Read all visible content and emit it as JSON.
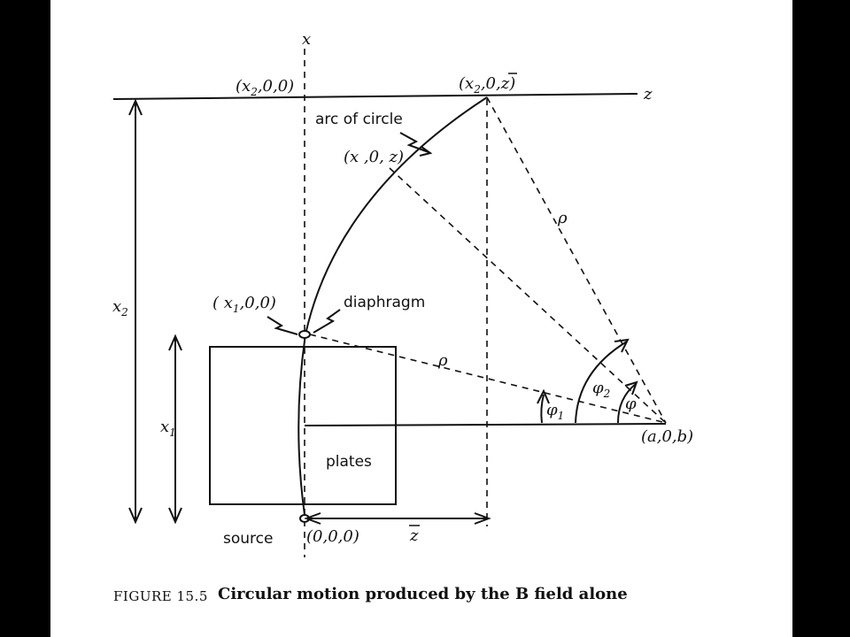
{
  "figure": {
    "caption_number": "FIGURE 15.5",
    "caption_text": "Circular motion produced by the B field alone"
  },
  "labels": {
    "x_axis": "x",
    "z_axis": "z",
    "pt_x2_0_0": "(x",
    "pt_x2_0_0_sub": "2",
    "pt_x2_0_0_rest": ",0,0)",
    "pt_x2_0_zbar": "(x",
    "pt_x2_0_zbar_sub": "2",
    "pt_x2_0_zbar_rest": ",0,",
    "pt_x2_0_zbar_z": "z",
    "pt_x2_0_zbar_close": ")",
    "arc_of_circle": "arc of circle",
    "pt_x0z": "(x ,0, z)",
    "rho_upper": "ρ",
    "rho_lower": "ρ",
    "x2_dim": "x",
    "x2_dim_sub": "2",
    "pt_x1_0_0": "( x",
    "pt_x1_0_0_sub": "1",
    "pt_x1_0_0_rest": ",0,0)",
    "diaphragm": "diaphragm",
    "x1_dim": "x",
    "x1_dim_sub": "1",
    "plates": "plates",
    "phi1": "φ",
    "phi1_sub": "1",
    "phi2": "φ",
    "phi2_sub": "2",
    "phi": "φ",
    "pt_a0b": "(a,0,b)",
    "source": "source",
    "pt_origin": "(0,0,0)",
    "zbar_dim": "z"
  }
}
